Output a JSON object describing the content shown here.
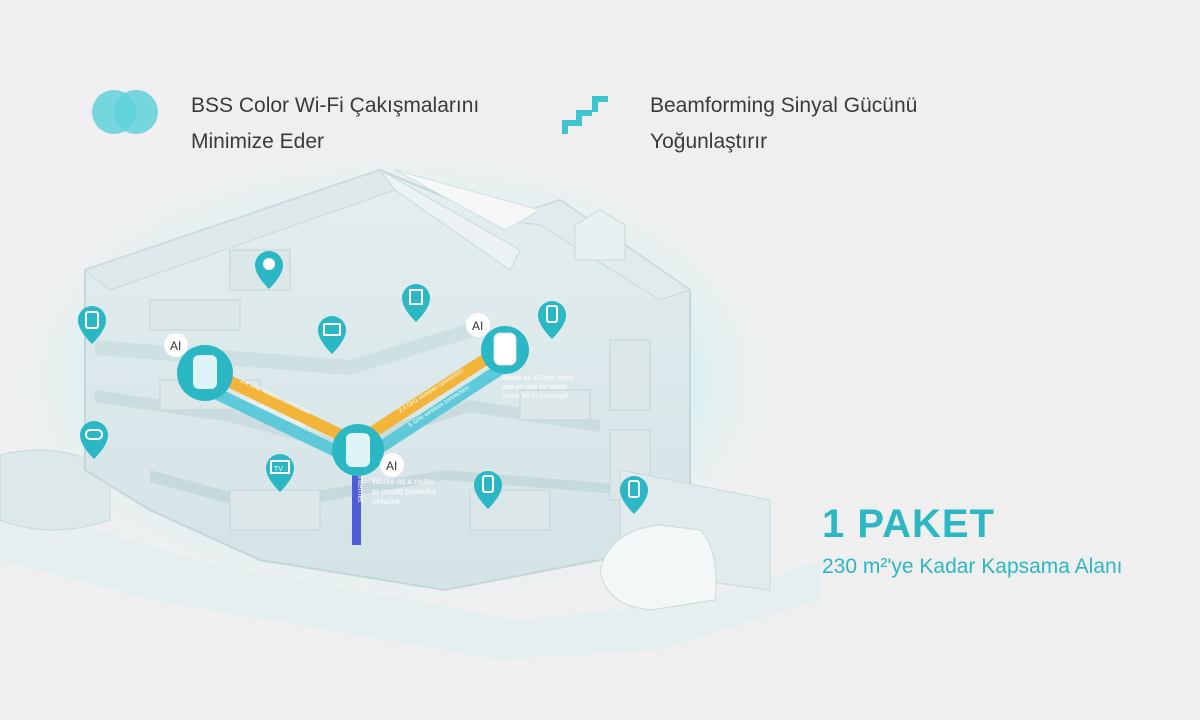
{
  "features": [
    {
      "icon": "overlapping-circles-icon",
      "line1": "BSS Color Wi-Fi Çakışmalarını",
      "line2": "Minimize Eder"
    },
    {
      "icon": "beamforming-arrows-icon",
      "line1": "Beamforming Sinyal Gücünü",
      "line2": "Yoğunlaştırır"
    }
  ],
  "promo": {
    "title": "1 PAKET",
    "subtitle": "230 m²'ye Kadar Kapsama Alanı"
  },
  "illustration": {
    "ai_badge": "AI",
    "link_24": "2.4 GHz wireless connection",
    "link_5": "5 GHz wireless connection",
    "internet_label": "Internet",
    "main_caption": [
      "Works as a router",
      "to create powerful",
      "network"
    ],
    "addon_caption": [
      "Works as a Deco mesh",
      "add-on unit for whole",
      "home Wi-Fi coverage"
    ],
    "tv_label": "TV"
  },
  "colors": {
    "accent": "#2bb7c4",
    "link_24": "#f3b43a",
    "link_5": "#5ec9d8",
    "internet": "#4e5ed6"
  }
}
